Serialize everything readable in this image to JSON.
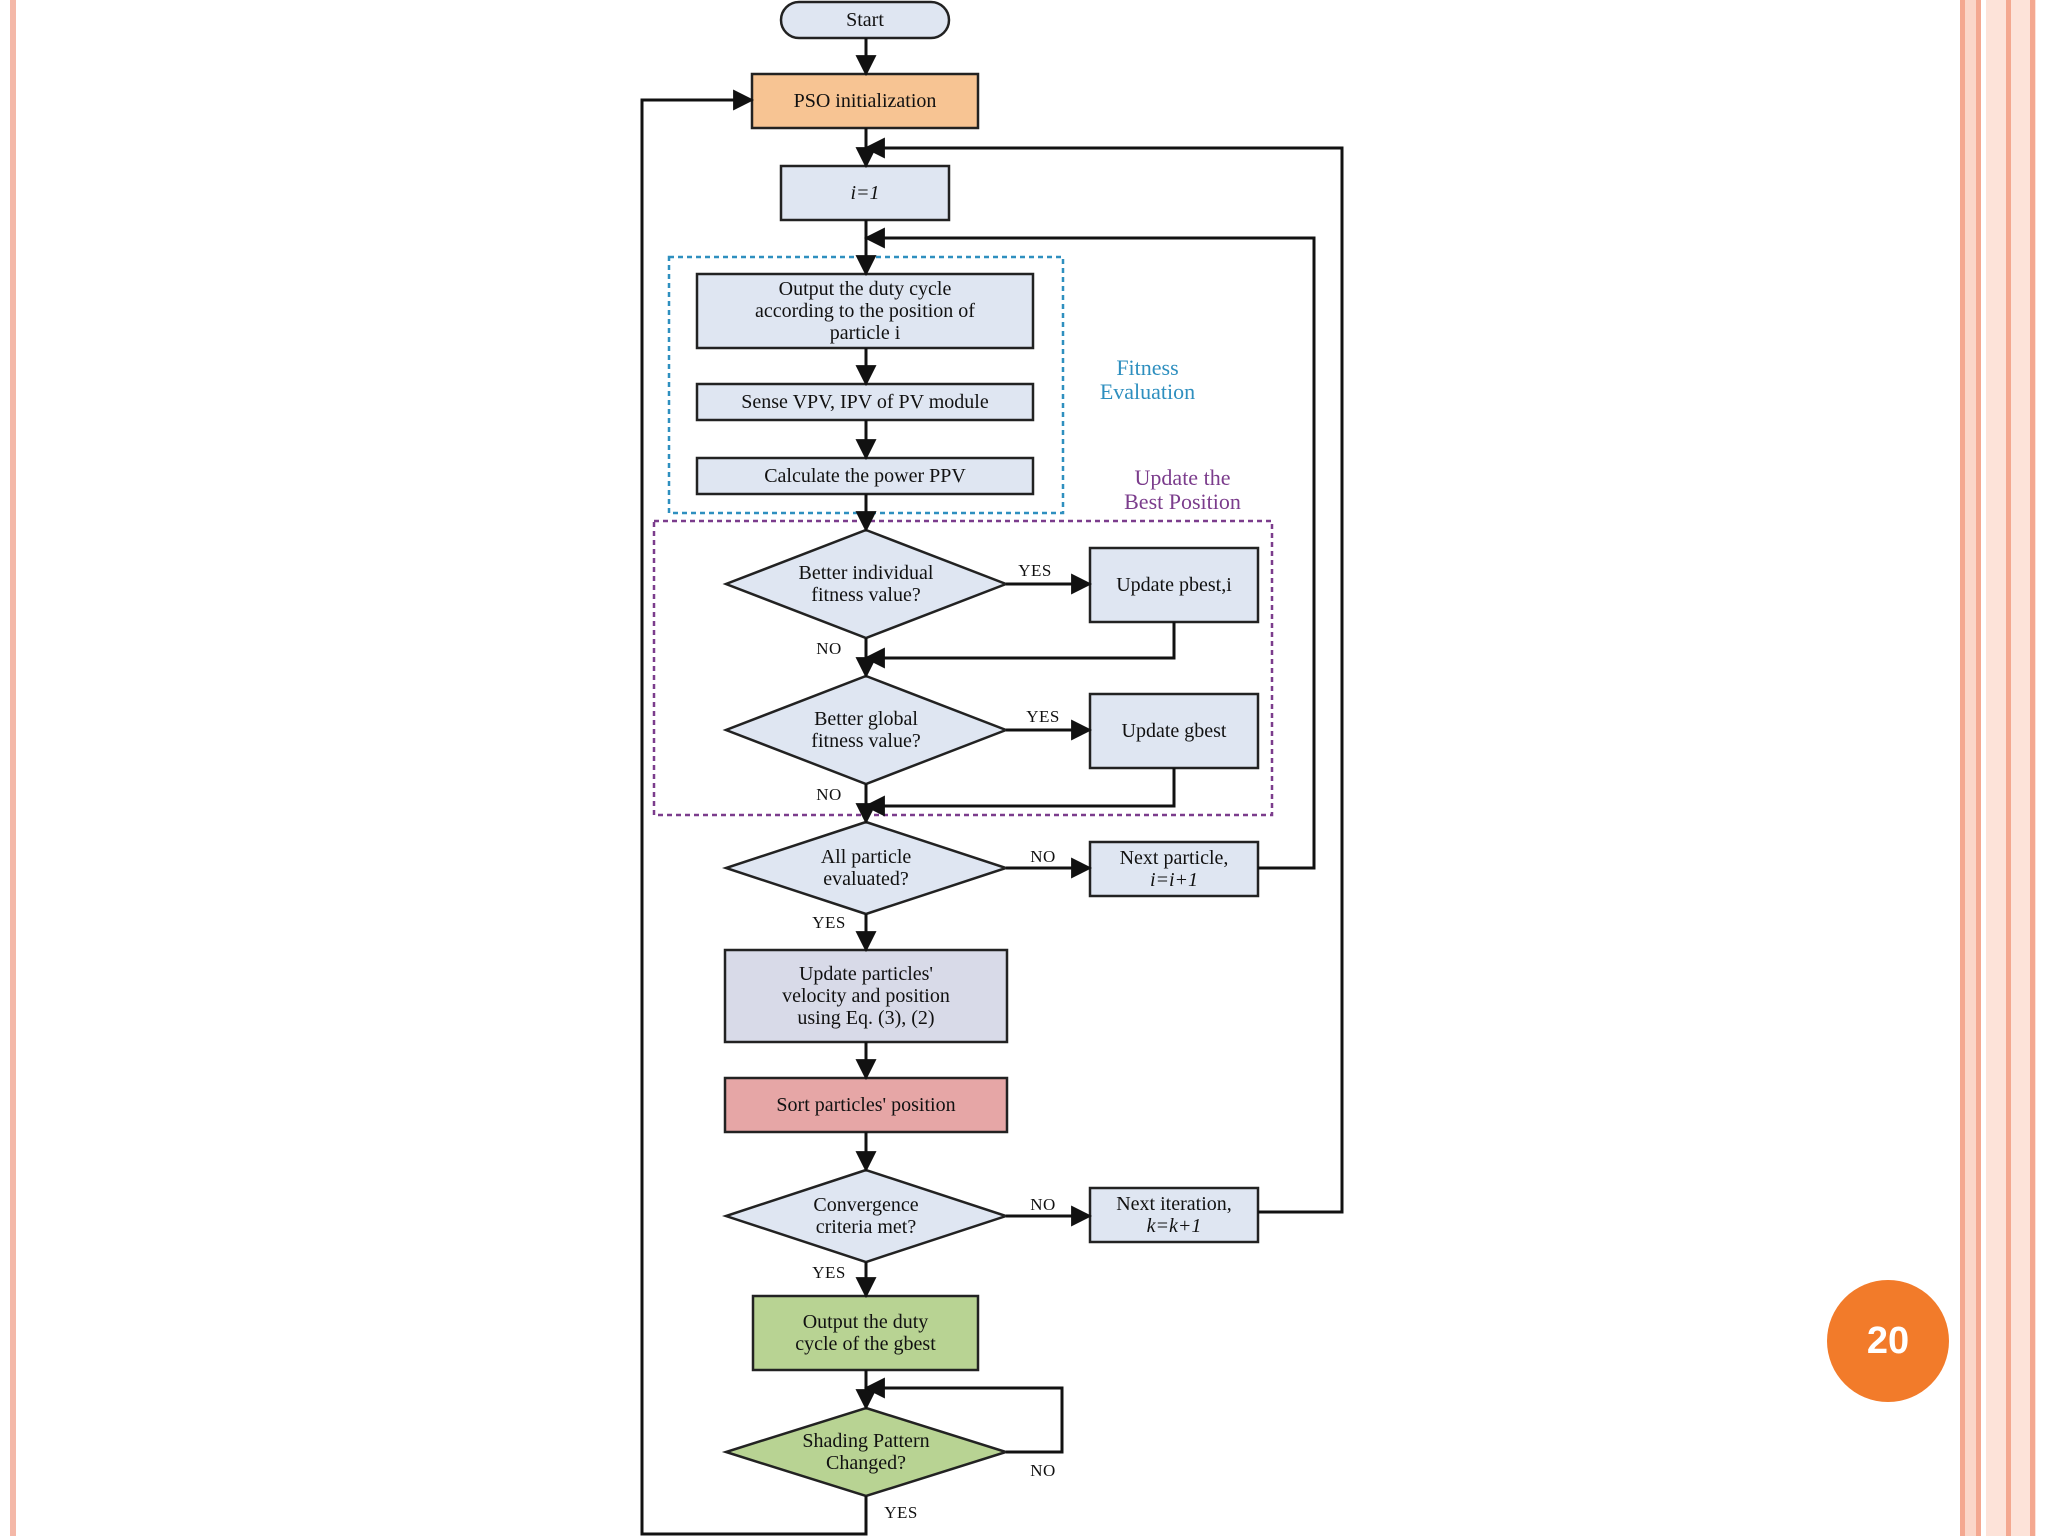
{
  "slide": {
    "page_number": "20",
    "colors": {
      "frame_border": "#f4b8a8",
      "frame_fill": "#fbd6c8",
      "page_badge": "#f27b2a"
    }
  },
  "flowchart": {
    "start": "Start",
    "pso_init": "PSO initialization",
    "i_assign": "i=1",
    "output_duty": [
      "Output the duty cycle",
      "according to the position of",
      "particle i"
    ],
    "sense": "Sense VPV, IPV of PV module",
    "calculate": "Calculate the power PPV",
    "fitness_group": [
      "Fitness",
      "Evaluation"
    ],
    "update_group": [
      "Update the",
      "Best Position"
    ],
    "better_individual": [
      "Better individual",
      "fitness value?"
    ],
    "update_pbest": "Update pbest,i",
    "better_global": [
      "Better global",
      "fitness value?"
    ],
    "update_gbest": "Update gbest",
    "all_particle": [
      "All particle",
      "evaluated?"
    ],
    "next_particle": [
      "Next particle,",
      "i=i+1"
    ],
    "update_velocity": [
      "Update particles'",
      "velocity and position",
      "using Eq. (3), (2)"
    ],
    "sort_position": "Sort particles' position",
    "convergence": [
      "Convergence",
      "criteria met?"
    ],
    "next_iteration": [
      "Next iteration,",
      "k=k+1"
    ],
    "output_gbest": [
      "Output the duty",
      "cycle of the gbest"
    ],
    "shading": [
      "Shading Pattern",
      "Changed?"
    ],
    "yes": "YES",
    "no": "NO",
    "colors": {
      "box_fill": "#dfe6f2",
      "pso_fill": "#f7c493",
      "update_vel_fill": "#d8dae8",
      "sort_fill": "#e6a6a6",
      "green_fill": "#b8d393",
      "fitness_border": "#2e8fbf",
      "update_border": "#7b3c8c"
    }
  }
}
